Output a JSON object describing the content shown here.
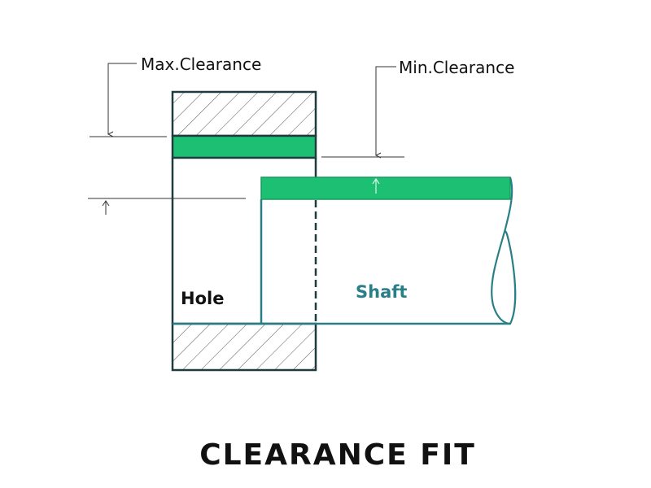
{
  "labels": {
    "max_clearance": "Max.Clearance",
    "min_clearance": "Min.Clearance",
    "hole": "Hole",
    "shaft": "Shaft"
  },
  "title": "CLEARANCE FIT",
  "colors": {
    "tolerance_band": "#1dbf73",
    "hole_outline": "#1f3b40",
    "shaft_outline": "#2a7f86",
    "shaft_text": "#2a7f86",
    "leader": "#333333"
  }
}
